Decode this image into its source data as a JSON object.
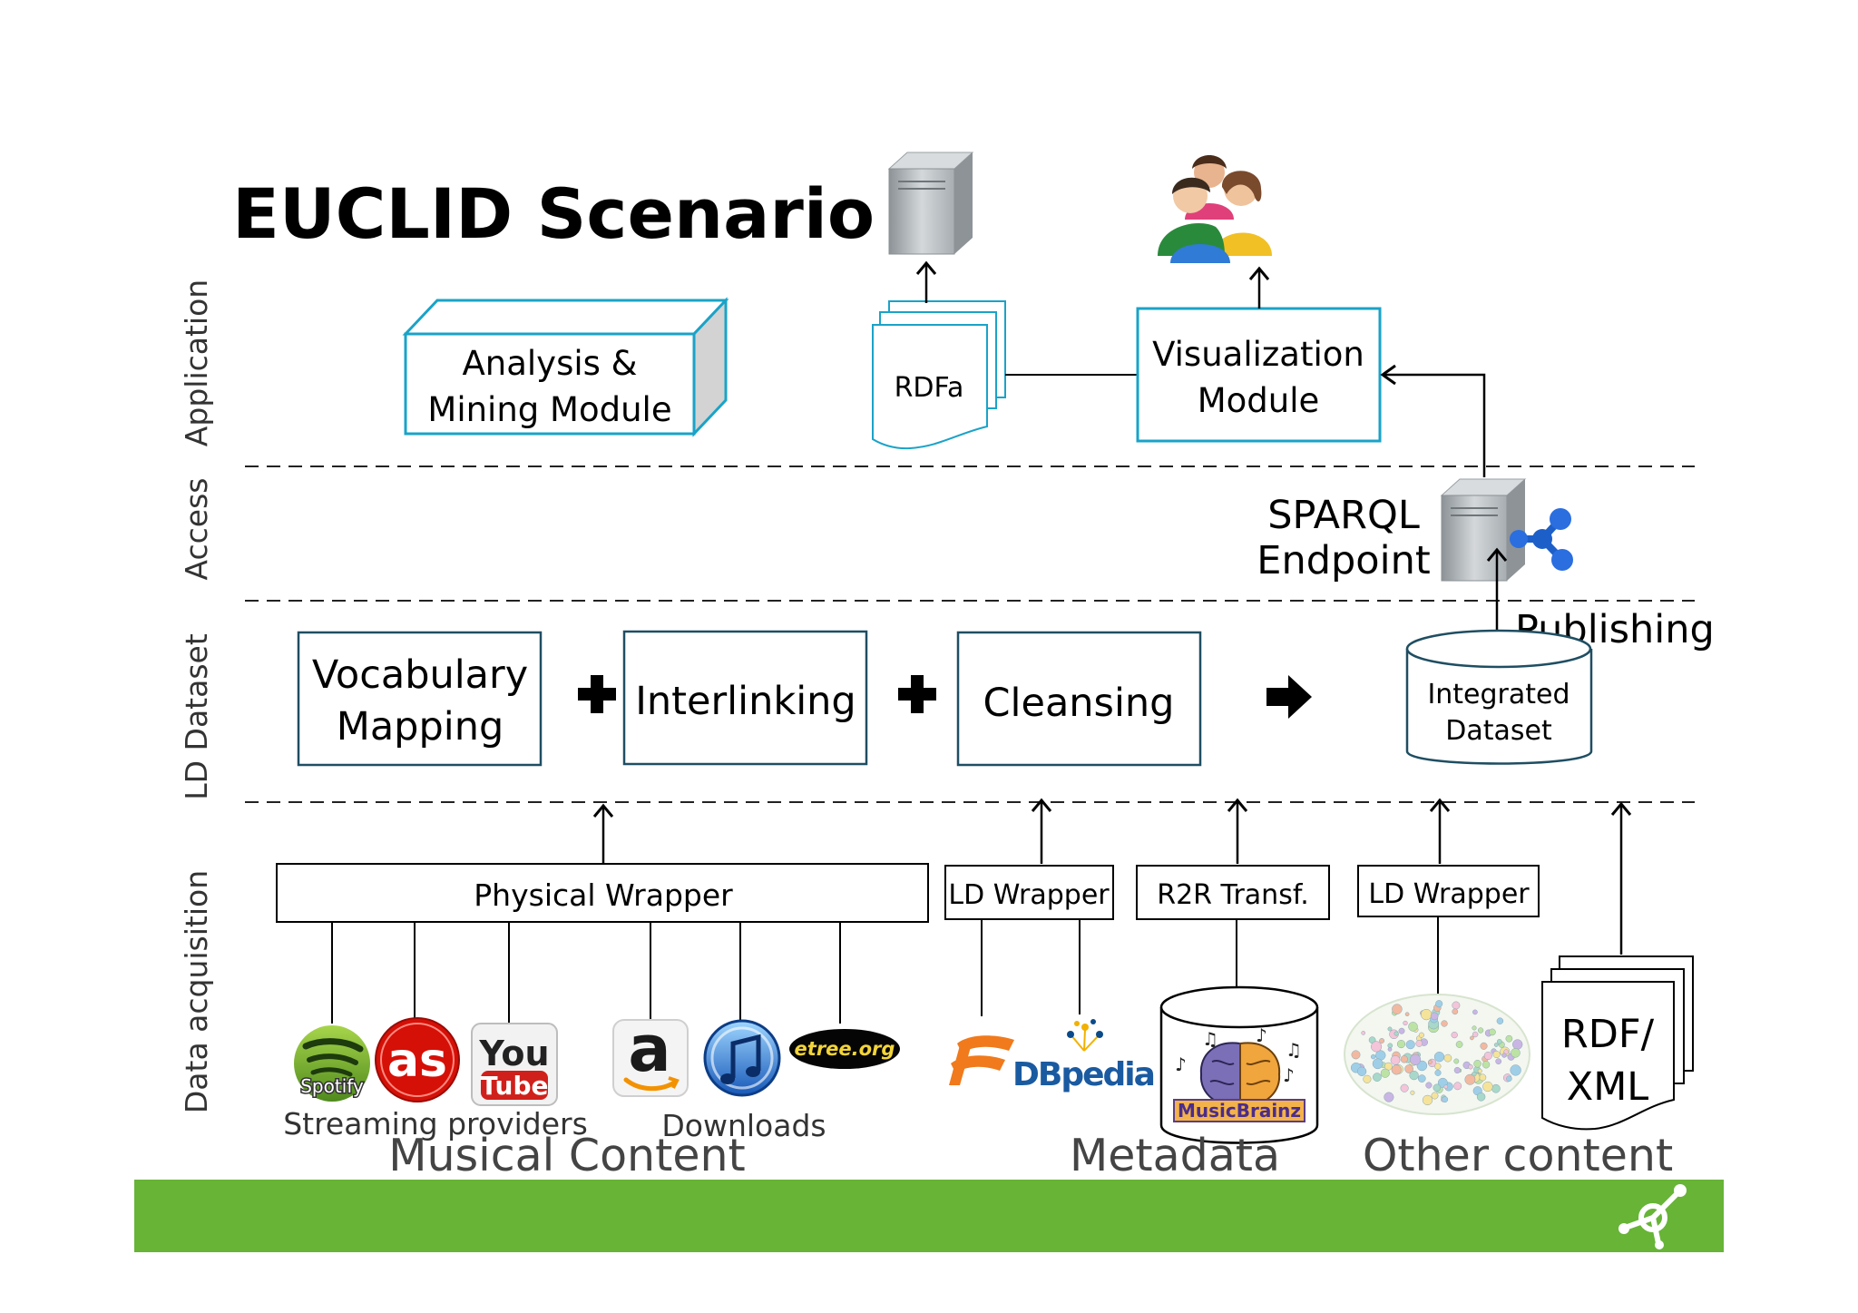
{
  "title": "EUCLID Scenario",
  "layers": [
    "Application",
    "Access",
    "LD Dataset",
    "Data acquisition"
  ],
  "application": {
    "analysis_line1": "Analysis &",
    "analysis_line2": "Mining Module",
    "rdfa": "RDFa",
    "viz_line1": "Visualization",
    "viz_line2": "Module"
  },
  "access": {
    "sparql_line1": "SPARQL",
    "sparql_line2": "Endpoint",
    "publishing": "Publishing"
  },
  "dataset": {
    "vocab_line1": "Vocabulary",
    "vocab_line2": "Mapping",
    "interlinking": "Interlinking",
    "cleansing": "Cleansing",
    "integrated_line1": "Integrated",
    "integrated_line2": "Dataset"
  },
  "acquisition": {
    "physical_wrapper": "Physical Wrapper",
    "ld_wrapper_1": "LD Wrapper",
    "r2r": "R2R Transf.",
    "ld_wrapper_2": "LD Wrapper",
    "rdf_line1": "RDF/",
    "rdf_line2": "XML",
    "streaming": "Streaming providers",
    "downloads": "Downloads",
    "musical": "Musical Content",
    "metadata": "Metadata",
    "other": "Other content"
  },
  "logos": {
    "spotify": "Spotify",
    "lastfm": "as",
    "youtube_1": "You",
    "youtube_2": "Tube",
    "amazon": "a",
    "etree": "etree.org",
    "dbpedia": "DBpedia",
    "musicbrainz": "MusicBrainz"
  },
  "colors": {
    "accent_box": "#1aa3c8",
    "dark_box": "#1f4e62",
    "footer_green": "#67b437"
  }
}
